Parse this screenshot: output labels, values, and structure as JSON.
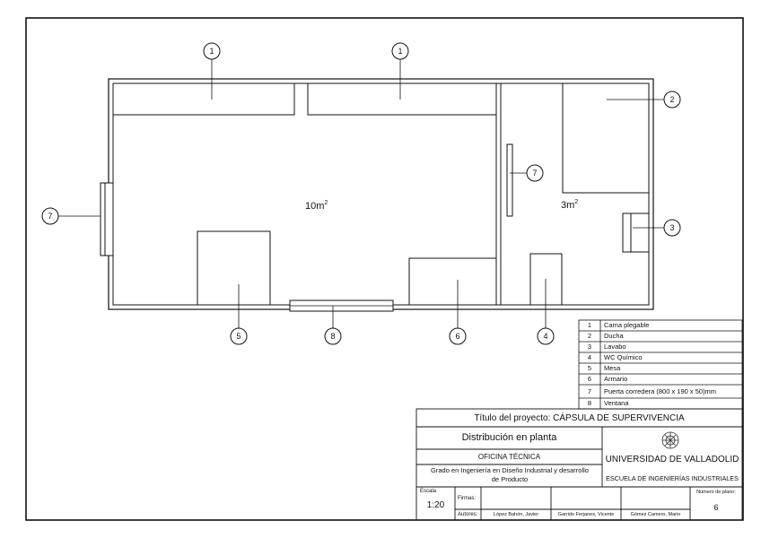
{
  "rooms": {
    "main_area": "10m",
    "main_sup": "2",
    "bath_area": "3m",
    "bath_sup": "2"
  },
  "callouts": {
    "folding_bed_a": "1",
    "folding_bed_b": "1",
    "shower": "2",
    "washbasin": "3",
    "wc": "4",
    "table": "5",
    "wardrobe": "6",
    "door_left": "7",
    "door_mid": "7",
    "window": "8"
  },
  "legend": [
    {
      "num": "1",
      "label": "Cama plegable"
    },
    {
      "num": "2",
      "label": "Ducha"
    },
    {
      "num": "3",
      "label": "Lavabo"
    },
    {
      "num": "4",
      "label": "WC Químico"
    },
    {
      "num": "5",
      "label": "Mesa"
    },
    {
      "num": "6",
      "label": "Armario"
    },
    {
      "num": "7",
      "label": "Puerta corredera (800 x 190 x 50)mm"
    },
    {
      "num": "8",
      "label": "Ventana"
    }
  ],
  "title_block": {
    "project_title": "Título del proyecto: CÁPSULA DE SUPERVIVENCIA",
    "drawing_name": "Distribución en planta",
    "department": "OFICINA TÉCNICA",
    "degree": "Grado en Ingeniería en Diseño Industrial y desarrollo de Producto",
    "university": "UNIVERSIDAD DE VALLADOLID",
    "school": "ESCUELA DE INGENIERÍAS INDUSTRIALES",
    "scale_label": "Escala",
    "scale_value": "1:20",
    "signatures_label": "Firmas:",
    "authors_label": "Autores:",
    "authors": [
      "López Bahón, Javier",
      "Garrido Ferjanes, Vicente",
      "Gómez Camero, Mario"
    ],
    "plan_number_label": "Número de plano:",
    "plan_number": "6"
  },
  "colors": {
    "line": "#111111",
    "background": "#ffffff"
  }
}
